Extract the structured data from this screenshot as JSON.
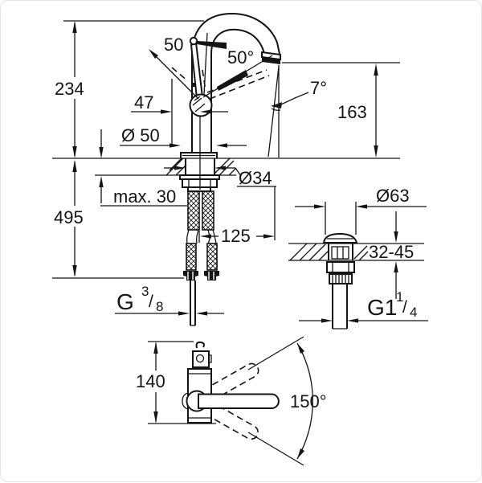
{
  "page": {
    "background": "#ffffff",
    "line_color": "#141414",
    "description": "faucet technical dimension drawing"
  },
  "views": {
    "front": {
      "overall_height": "234",
      "total_depth": "495",
      "lever_clearance": "50",
      "lever_angle": "50°",
      "lever_offset": "47",
      "base_diameter": "Ø 50",
      "spout_tilt": "7°",
      "spout_height": "163",
      "mount_hole": "Ø34",
      "deck_thickness": "max. 30",
      "hose_projection": "125",
      "supply_thread": {
        "g": "G",
        "num": "3",
        "slash": "/",
        "den": "8"
      }
    },
    "drain": {
      "flange_diameter": "Ø63",
      "deck_range": "32-45",
      "thread": {
        "g": "G1",
        "num": "1",
        "slash": "/",
        "den": "4"
      }
    },
    "top": {
      "body_depth": "140",
      "swivel_angle": "150°"
    }
  }
}
